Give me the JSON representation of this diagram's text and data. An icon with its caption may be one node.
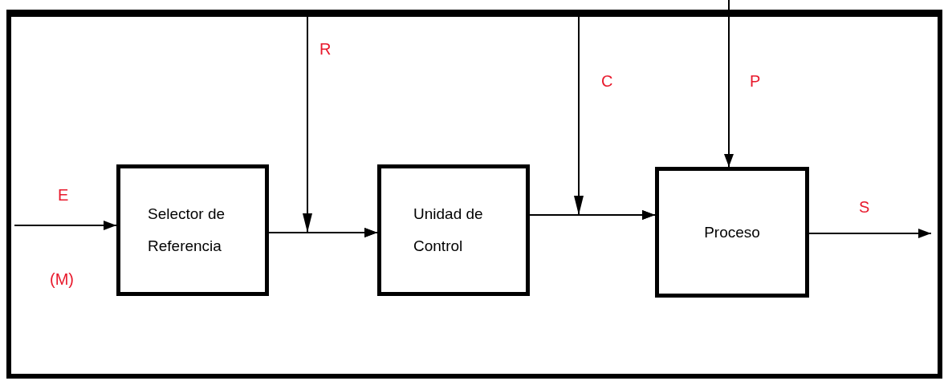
{
  "diagram": {
    "nodes": [
      {
        "text": [
          "Selector de Referencia"
        ]
      },
      {
        "text": [
          "Unidad de Control"
        ]
      },
      {
        "text": [
          "Proceso"
        ]
      }
    ],
    "edges": [
      {
        "from": null,
        "to": 0,
        "arrow": "to"
      },
      {
        "from": 0,
        "to": 1,
        "arrow": "to"
      },
      {
        "from": null,
        "to": 1,
        "arrow": "to"
      },
      {
        "from": 1,
        "to": 2,
        "arrow": "to"
      },
      {
        "from": null,
        "to": 2,
        "arrow": "to"
      },
      {
        "from": null,
        "to": 2,
        "arrow": "to"
      },
      {
        "from": 2,
        "to": null,
        "arrow": "to"
      }
    ],
    "labels": [
      "E",
      "(M)",
      "R",
      "C",
      "P",
      "S"
    ]
  }
}
